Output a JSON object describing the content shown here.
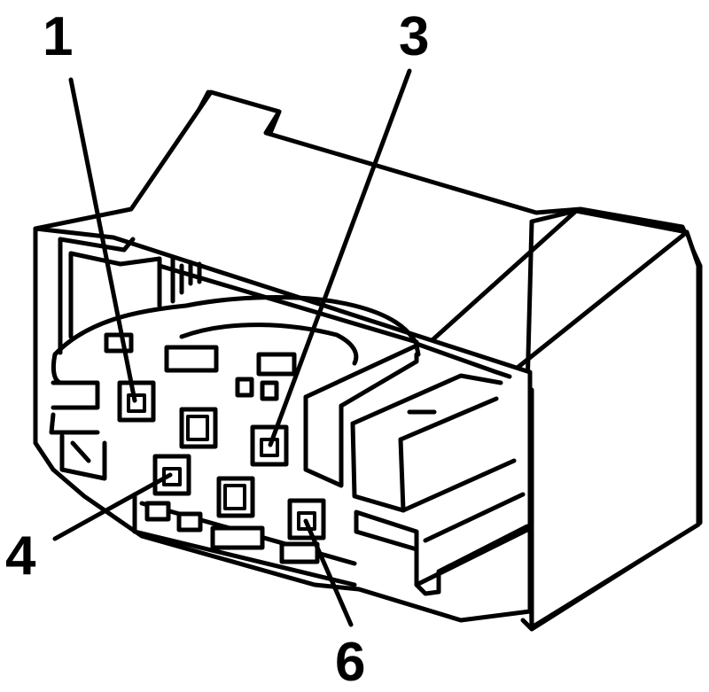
{
  "diagram": {
    "colors": {
      "line": "#000000",
      "background": "#ffffff"
    },
    "callouts": [
      {
        "id": "pin-1",
        "label": "1"
      },
      {
        "id": "pin-3",
        "label": "3"
      },
      {
        "id": "pin-4",
        "label": "4"
      },
      {
        "id": "pin-6",
        "label": "6"
      }
    ]
  }
}
